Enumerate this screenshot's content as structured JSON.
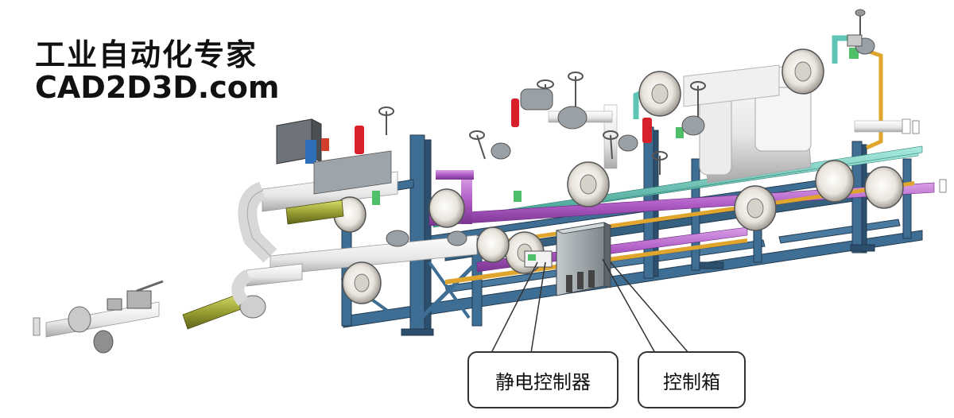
{
  "watermark": {
    "line1": "工业自动化专家",
    "line2": "CAD2D3D.com"
  },
  "callouts": [
    {
      "label": "静电控制器"
    },
    {
      "label": "控制箱"
    }
  ],
  "colors": {
    "frame": "#3f6e94",
    "frame_dark": "#2c4f6d",
    "pipe_white": "#f2f2f2",
    "pipe_purple": "#b05cc6",
    "pipe_teal": "#5fc4b4",
    "pipe_yellow": "#e0a52c",
    "filter_olive": "#9aa033",
    "valve_red": "#d8202a",
    "valve_green": "#4fbf6a",
    "cabinet_grey": "#8d969c"
  }
}
